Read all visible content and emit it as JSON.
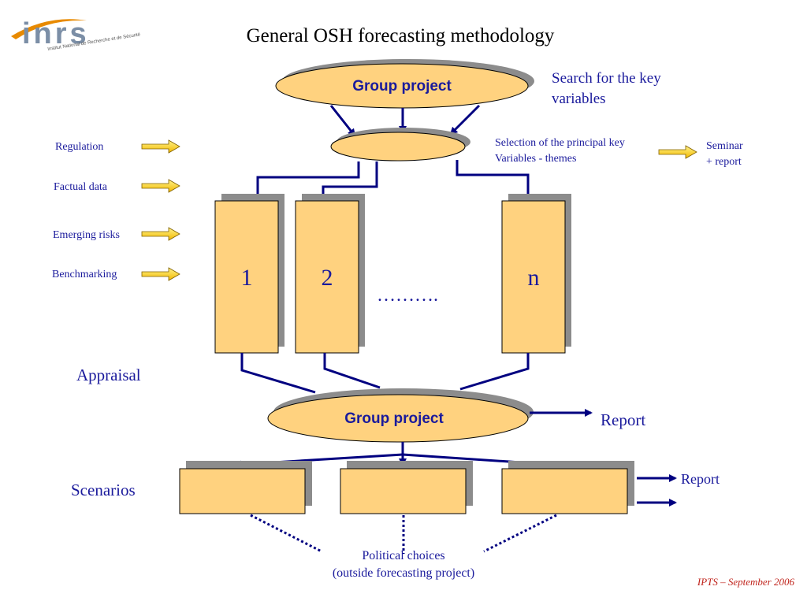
{
  "logo": {
    "word": "inrs",
    "tagline": "Institut National de Recherche et de Sécurité"
  },
  "title": "General OSH forecasting methodology",
  "group_project_top": "Group project",
  "search_note": {
    "line1": "Search for the key",
    "line2": "variables"
  },
  "selection_note": {
    "line1": "Selection of the principal key",
    "line2": "Variables - themes"
  },
  "seminar_note": {
    "line1": "Seminar",
    "line2": "+ report"
  },
  "inputs": [
    "Regulation",
    "Factual data",
    "Emerging risks",
    "Benchmarking"
  ],
  "themes": [
    "1",
    "2",
    "n"
  ],
  "ellipsis": "……….",
  "appraisal": "Appraisal",
  "group_project_bottom": "Group project",
  "report_top": "Report",
  "scenarios": "Scenarios",
  "report_side": "Report",
  "political": {
    "line1": "Political choices",
    "line2": "(outside forecasting project)"
  },
  "footer": "IPTS – September 2006",
  "colors": {
    "box_fill": "#ffd27f",
    "shadow": "#8c8c8c",
    "navy": "#000080",
    "text_blue": "#1a1a9c",
    "arrow_yellow": "#ffcc00",
    "footer_red": "#c0241c"
  }
}
